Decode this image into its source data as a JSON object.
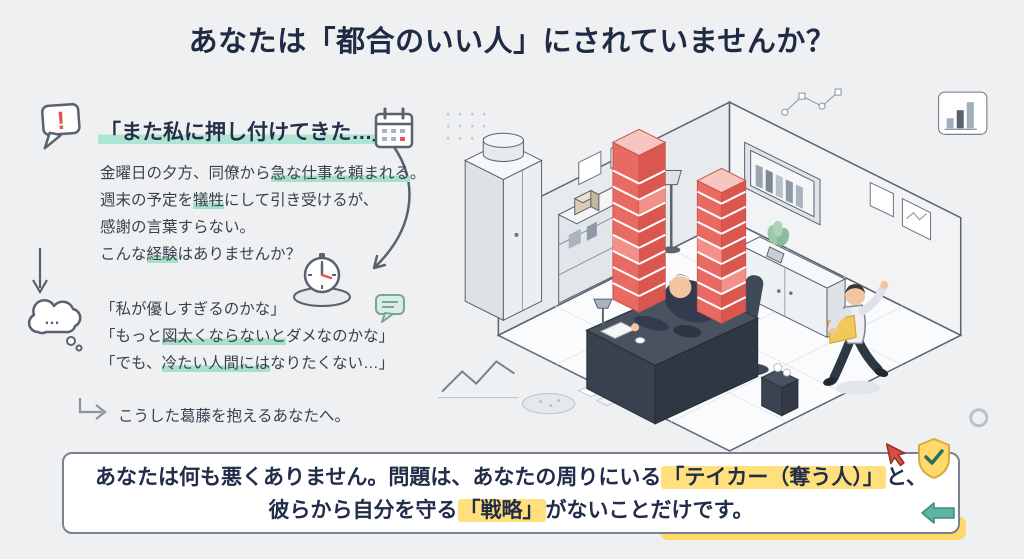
{
  "title": "あなたは「都合のいい人」にされていませんか？",
  "story": {
    "headline": "「また私に押し付けてきた…」",
    "lines": [
      {
        "pre": "金曜日の夕方、同僚から",
        "hl": "急な仕事を頼まれる",
        "post": "。"
      },
      {
        "pre": "週末の予定を",
        "hl": "犠牲",
        "post": "にして引き受けるが、"
      },
      {
        "pre": "感謝の言葉すらない。",
        "hl": "",
        "post": ""
      },
      {
        "pre": "こんな",
        "hl": "経験",
        "post": "はありませんか？"
      }
    ],
    "thoughts": [
      {
        "pre": "「私が優しすぎるのかな」",
        "hl": "",
        "post": ""
      },
      {
        "pre": "「もっと",
        "hl": "図太くならないと",
        "post": "ダメなのかな」"
      },
      {
        "pre": "「でも、",
        "hl": "冷たい人間には",
        "post": "なりたくない…」"
      }
    ],
    "closing": "こうした葛藤を抱えるあなたへ。"
  },
  "banner": {
    "l1_pre": "あなたは何も悪くありません。問題は、あなたの周りにいる",
    "l1_hl": "「テイカー（奪う人）」",
    "l1_post": "と、",
    "l2_pre": "彼らから自分を守る",
    "l2_hl": "「戦略」",
    "l2_post": "がないことだけです。"
  },
  "icons": {
    "exclamation": "!",
    "thought_dots": "…",
    "set": [
      "alert-speech-bubble-icon",
      "calendar-icon",
      "curved-arrow-icon",
      "clock-icon",
      "down-arrow-icon",
      "thought-bubble-icon",
      "speech-bubble-icon",
      "elbow-arrow-icon",
      "cursor-icon",
      "shield-check-icon",
      "teal-arrow-icon"
    ]
  },
  "colors": {
    "background": "#eef0f2",
    "ink": "#1f2a44",
    "body_text": "#38424f",
    "highlight_mint": "#a8dfca",
    "highlight_yellow": "#ffe07d",
    "accent_red": "#e2635c",
    "accent_teal": "#5fb3a1"
  }
}
